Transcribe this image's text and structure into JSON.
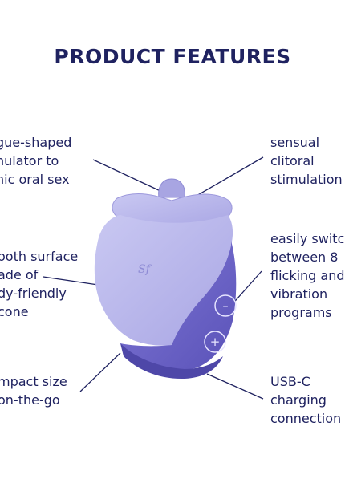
{
  "title": "PRODUCT FEATURES",
  "features": {
    "tongue": [
      "gue-shaped",
      "nulator to",
      "nic oral sex"
    ],
    "surface": [
      "ooth surface",
      "ade of",
      "dy-friendly",
      "cone"
    ],
    "size": [
      "mpact size",
      "on-the-go"
    ],
    "stimulation": [
      "sensual",
      "clitoral",
      "stimulation"
    ],
    "programs": [
      "easily switc",
      "between 8",
      "flicking and",
      "vibration",
      "programs"
    ],
    "usb": [
      "USB-C",
      "charging",
      "connection"
    ]
  },
  "device": {
    "logo": "Sf",
    "minus_button": "–",
    "plus_button": "+"
  },
  "colors": {
    "title": "#1f2260",
    "lines": "#1f2260",
    "device_light": "#b9b7ec",
    "device_dark": "#6e66c9"
  }
}
